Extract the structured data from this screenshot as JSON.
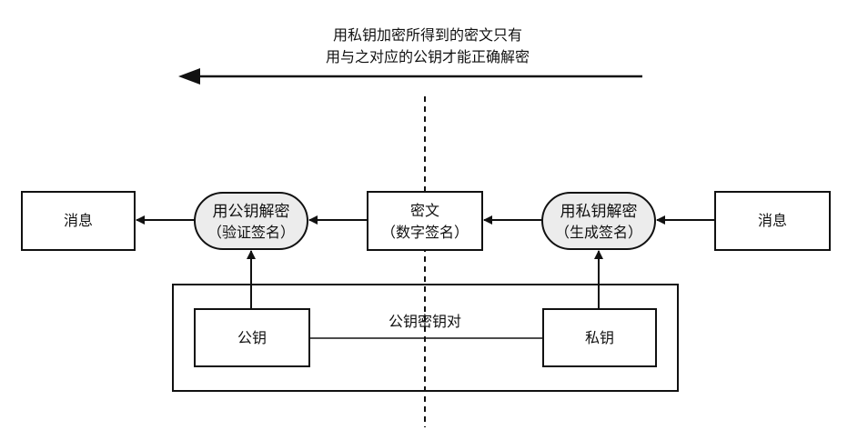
{
  "caption": {
    "line1": "用私钥加密所得到的密文只有",
    "line2": "用与之对应的公钥才能正确解密"
  },
  "nodes": {
    "left_message": "消息",
    "decrypt_line1": "用公钥解密",
    "decrypt_line2": "（验证签名）",
    "ciphertext_line1": "密文",
    "ciphertext_line2": "（数字签名）",
    "encrypt_line1": "用私钥解密",
    "encrypt_line2": "（生成签名）",
    "right_message": "消息",
    "public_key": "公钥",
    "private_key": "私钥",
    "key_pair": "公钥密钥对"
  }
}
